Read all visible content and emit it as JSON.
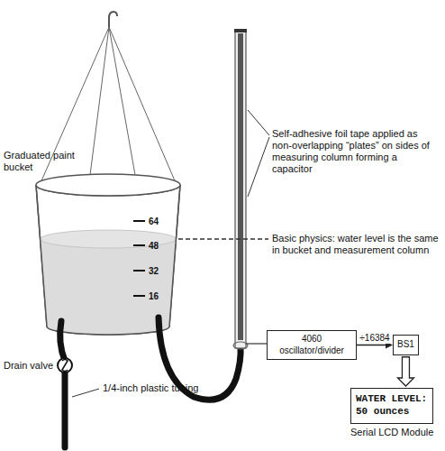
{
  "diagram": {
    "nodes": [
      {
        "text": [
          "4060 oscillator/divider"
        ]
      },
      {
        "text": [
          "BS1"
        ]
      },
      {
        "text": [
          "WATER LEVEL: 50 ounces",
          "Serial LCD Module"
        ]
      }
    ],
    "edges": [
      {
        "from": 0,
        "to": 1,
        "arrow": "to",
        "label": "÷16384"
      },
      {
        "from": 1,
        "to": 2,
        "arrow": "to"
      }
    ],
    "labels": [
      "Graduated paint bucket",
      "64",
      "48",
      "32",
      "16",
      "Self-adhesive foil tape applied as non-overlapping “plates” on sides of measuring column forming a capacitor",
      "Basic physics: water level is the same in bucket and measurement column",
      "Drain valve",
      "1/4-inch plastic tubing"
    ]
  }
}
